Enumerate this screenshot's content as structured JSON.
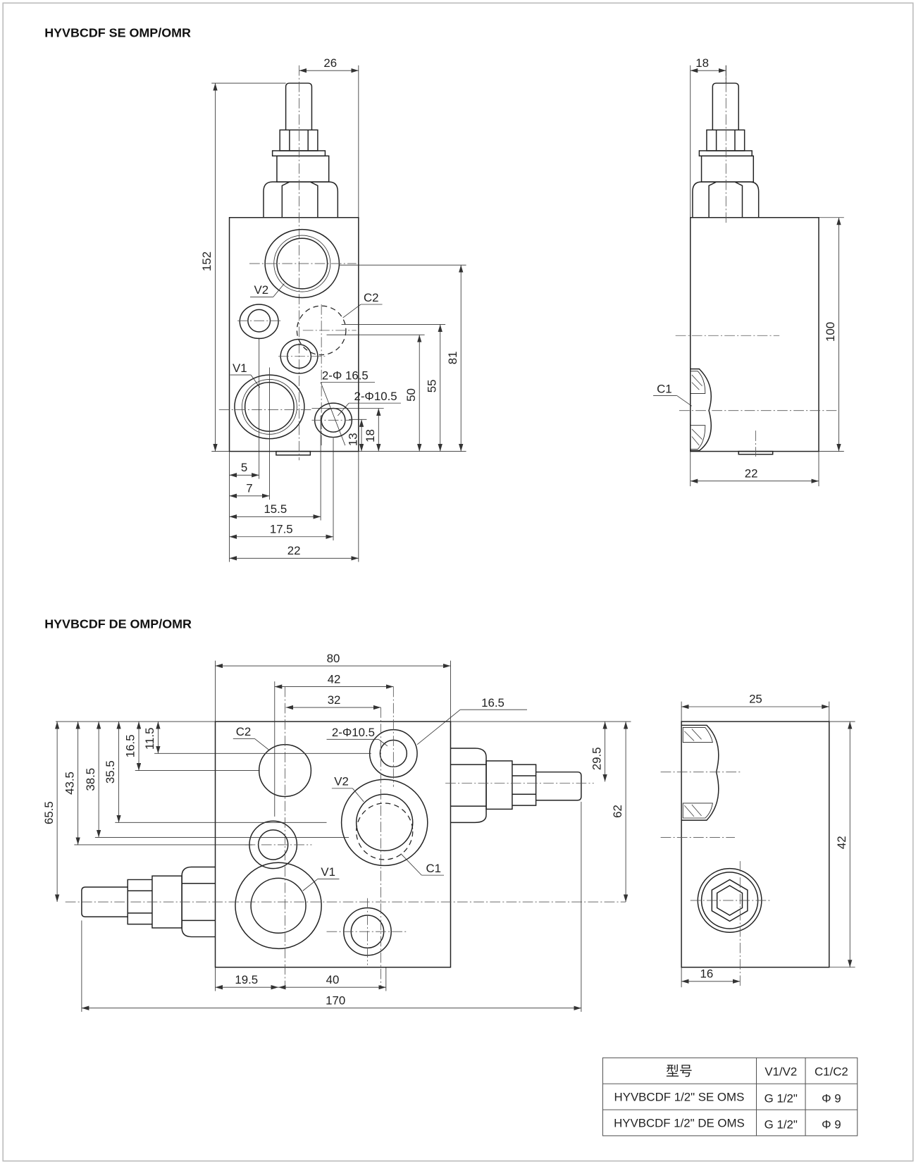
{
  "titles": {
    "se": "HYVBCDF SE OMP/OMR",
    "de": "HYVBCDF DE OMP/OMR"
  },
  "se_front": {
    "dims": {
      "d26": "26",
      "d152": "152",
      "d81": "81",
      "d55": "55",
      "d50": "50",
      "d18": "18",
      "d13": "13",
      "d5": "5",
      "d7": "7",
      "d15_5": "15.5",
      "d17_5": "17.5",
      "d22": "22"
    },
    "labels": {
      "v1": "V1",
      "v2": "V2",
      "c2": "C2",
      "hole_large": "2-Φ 16.5",
      "hole_small": "2-Φ10.5"
    }
  },
  "se_side": {
    "dims": {
      "d18": "18",
      "d100": "100",
      "d22": "22"
    },
    "labels": {
      "c1": "C1"
    }
  },
  "de_front": {
    "dims": {
      "d80": "80",
      "d42": "42",
      "d32": "32",
      "d16_5r": "16.5",
      "d65_5": "65.5",
      "d43_5": "43.5",
      "d38_5": "38.5",
      "d35_5": "35.5",
      "d16_5": "16.5",
      "d11_5": "11.5",
      "d29_5": "29.5",
      "d62": "62",
      "d19_5": "19.5",
      "d40": "40",
      "d170": "170"
    },
    "labels": {
      "c2": "C2",
      "v2": "V2",
      "v1": "V1",
      "c1": "C1",
      "hole_small": "2-Φ10.5"
    }
  },
  "de_side": {
    "dims": {
      "d25": "25",
      "d42": "42",
      "d16": "16"
    }
  },
  "spec_table": {
    "headers": [
      "型号",
      "V1/V2",
      "C1/C2"
    ],
    "rows": [
      [
        "HYVBCDF 1/2\" SE OMS",
        "G 1/2\"",
        "Φ 9"
      ],
      [
        "HYVBCDF 1/2\" DE OMS",
        "G 1/2\"",
        "Φ 9"
      ]
    ]
  }
}
